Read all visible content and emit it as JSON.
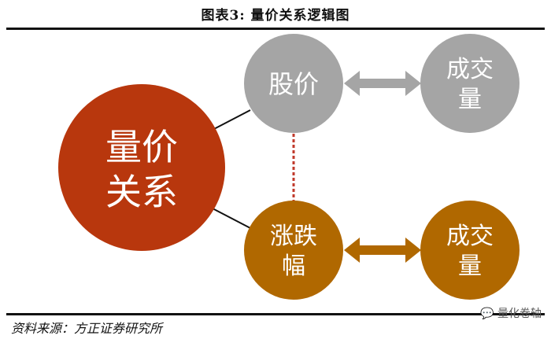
{
  "title": "图表3:    量价关系逻辑图",
  "nodes": {
    "center": {
      "line1": "量价",
      "line2": "关系"
    },
    "price": {
      "line1": "股价"
    },
    "volume_top": {
      "line1": "成交",
      "line2": "量"
    },
    "change": {
      "line1": "涨跌",
      "line2": "幅"
    },
    "volume_bottom": {
      "line1": "成交",
      "line2": "量"
    }
  },
  "colors": {
    "center": "#b8370d",
    "gray": "#a5a5a5",
    "orange": "#b06800",
    "dotted": "#c0392b"
  },
  "source": "资料来源：方正证券研究所",
  "watermark": "量化卷轴"
}
